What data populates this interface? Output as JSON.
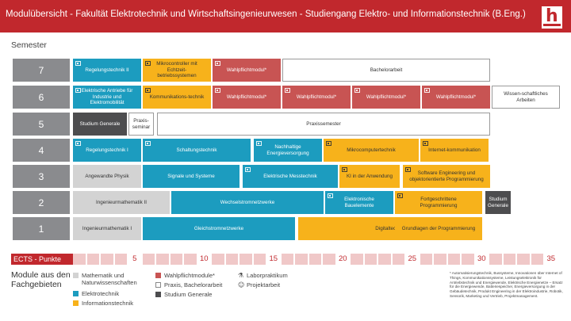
{
  "header": {
    "title": "Modulübersicht - Fakultät Elektrotechnik und Wirtschaftsingenieurwesen - Studiengang Elektro- und Informationstechnik (B.Eng.)",
    "logo_letter": "h"
  },
  "colors": {
    "brand_red": "#c1282d",
    "mathematik": "#d3d3d3",
    "elektrotechnik": "#1c9cbf",
    "informationstechnik": "#f7b21b",
    "wahlpflicht": "#c85453",
    "studium_generale": "#4d4d4f"
  },
  "semester_label": "Semester",
  "semesters": [
    "7",
    "6",
    "5",
    "4",
    "3",
    "2",
    "1"
  ],
  "modules": [
    {
      "t": "Regelungstechnik II",
      "c": "et",
      "ic": true
    },
    {
      "t": "Mikrocontroller mit Echtzeit-betriebssystemen",
      "c": "it",
      "ic": true
    },
    {
      "t": "Wahlpflichtmodul*",
      "c": "wp",
      "ic": true
    },
    {
      "t": "Bachelorarbeit",
      "c": "pr"
    },
    {
      "t": "Elektrische Antriebe für Industrie und Elektromobilität",
      "c": "et",
      "ic": true
    },
    {
      "t": "Kommunikations-technik",
      "c": "it",
      "ic": true
    },
    {
      "t": "Wahlpflichtmodul*",
      "c": "wp",
      "ic": true
    },
    {
      "t": "Wahlpflichtmodul*",
      "c": "wp",
      "ic": true
    },
    {
      "t": "Wahlpflichtmodul*",
      "c": "wp",
      "ic": true
    },
    {
      "t": "Wahlpflichtmodul*",
      "c": "wp",
      "ic": true
    },
    {
      "t": "Wissen-schaftliches Arbeiten",
      "c": "pr"
    },
    {
      "t": "Studium Generale",
      "c": "sg"
    },
    {
      "t": "Praxis-seminar",
      "c": "pr"
    },
    {
      "t": "Praxissemester",
      "c": "pr"
    },
    {
      "t": "Regelungstechnik I",
      "c": "et",
      "ic": true
    },
    {
      "t": "Schaltungstechnik",
      "c": "et",
      "ic": true
    },
    {
      "t": "Nachhaltige Energieversorgung",
      "c": "et",
      "ic": true
    },
    {
      "t": "Mikrocomputertechnik",
      "c": "it",
      "ic": true
    },
    {
      "t": "Internet-kommunikation",
      "c": "it",
      "ic": true
    },
    {
      "t": "Angewandte Physik",
      "c": "math"
    },
    {
      "t": "Signale und Systeme",
      "c": "et"
    },
    {
      "t": "Elektrische Messtechnik",
      "c": "et",
      "ic": true
    },
    {
      "t": "KI in der Anwendung",
      "c": "it",
      "ic": true
    },
    {
      "t": "Software Engineering und objektorientierte Programmierung",
      "c": "it",
      "ic": true
    },
    {
      "t": "Ingenieurmathematik II",
      "c": "math"
    },
    {
      "t": "Wechselstromnetzwerke",
      "c": "et"
    },
    {
      "t": "Elektronische Bauelemente",
      "c": "et",
      "ic": true
    },
    {
      "t": "Fortgeschrittene Programmierung",
      "c": "it",
      "ic": true
    },
    {
      "t": "Studium Generale",
      "c": "sg"
    },
    {
      "t": "Ingenieurmathematik I",
      "c": "math"
    },
    {
      "t": "Gleichstromnetzwerke",
      "c": "et"
    },
    {
      "t": "Digitaltechnik",
      "c": "it"
    },
    {
      "t": "Grundlagen der Programmierung",
      "c": "it"
    }
  ],
  "ects": {
    "label": "ECTS - Punkte",
    "marks": [
      "5",
      "10",
      "15",
      "20",
      "25",
      "30",
      "35"
    ]
  },
  "legend": {
    "title_line1": "Module aus den",
    "title_line2": "Fachgebieten",
    "mathematik_l1": "Mathematik und",
    "mathematik_l2": "Naturwissenschaften",
    "elektrotechnik": "Elektrotechnik",
    "informationstechnik": "Informationstechnik",
    "wahlpflicht": "Wahlpflichtmodule*",
    "praxis": "Praxis, Bachelorarbeit",
    "studium": "Studium Generale",
    "labor": "Laborpraktikum",
    "projekt": "Projektarbeit"
  },
  "footnote": "* Automatisierungstechnik, Bussysteme, Innovationen über Internet of Things, Kommunikationssysteme, Leistungselektronik für Antriebstechnik und Energiewende, Elektrische Energienetze – Ersatz für die Energiewende, Batteriespeicher, Energieversorgung in der Gebäudetechnik, Produkt Engineering in der Elektroindustrie, Robotik, Sensorik, Marketing und Vertrieb, Projektmanagement."
}
